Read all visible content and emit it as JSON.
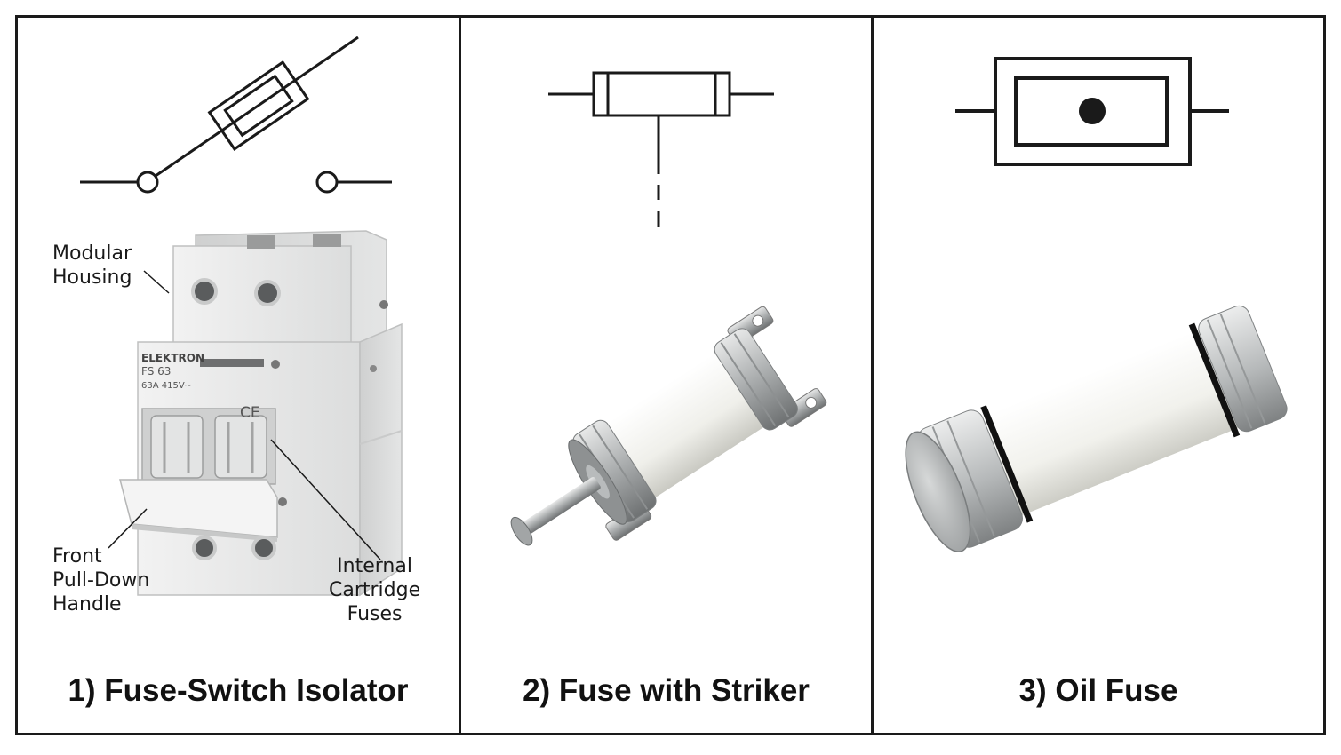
{
  "panels": [
    {
      "caption": "1) Fuse-Switch Isolator",
      "callouts": {
        "housing": [
          "Modular",
          "Housing"
        ],
        "handle": [
          "Front",
          "Pull-Down",
          "Handle"
        ],
        "fuses": [
          "Internal",
          "Cartridge",
          "Fuses"
        ]
      },
      "device_text": {
        "brand": "ELEKTRON",
        "model": "FS 63",
        "rating": "63A 415V~",
        "mark": "CE"
      }
    },
    {
      "caption": "2) Fuse with Striker"
    },
    {
      "caption": "3) Oil Fuse"
    }
  ],
  "colors": {
    "line": "#1a1a1a",
    "housing": "#e9eaea",
    "ceramic": "#f3f3ef",
    "metal": "#b9bcbd",
    "seal": "#111111"
  }
}
